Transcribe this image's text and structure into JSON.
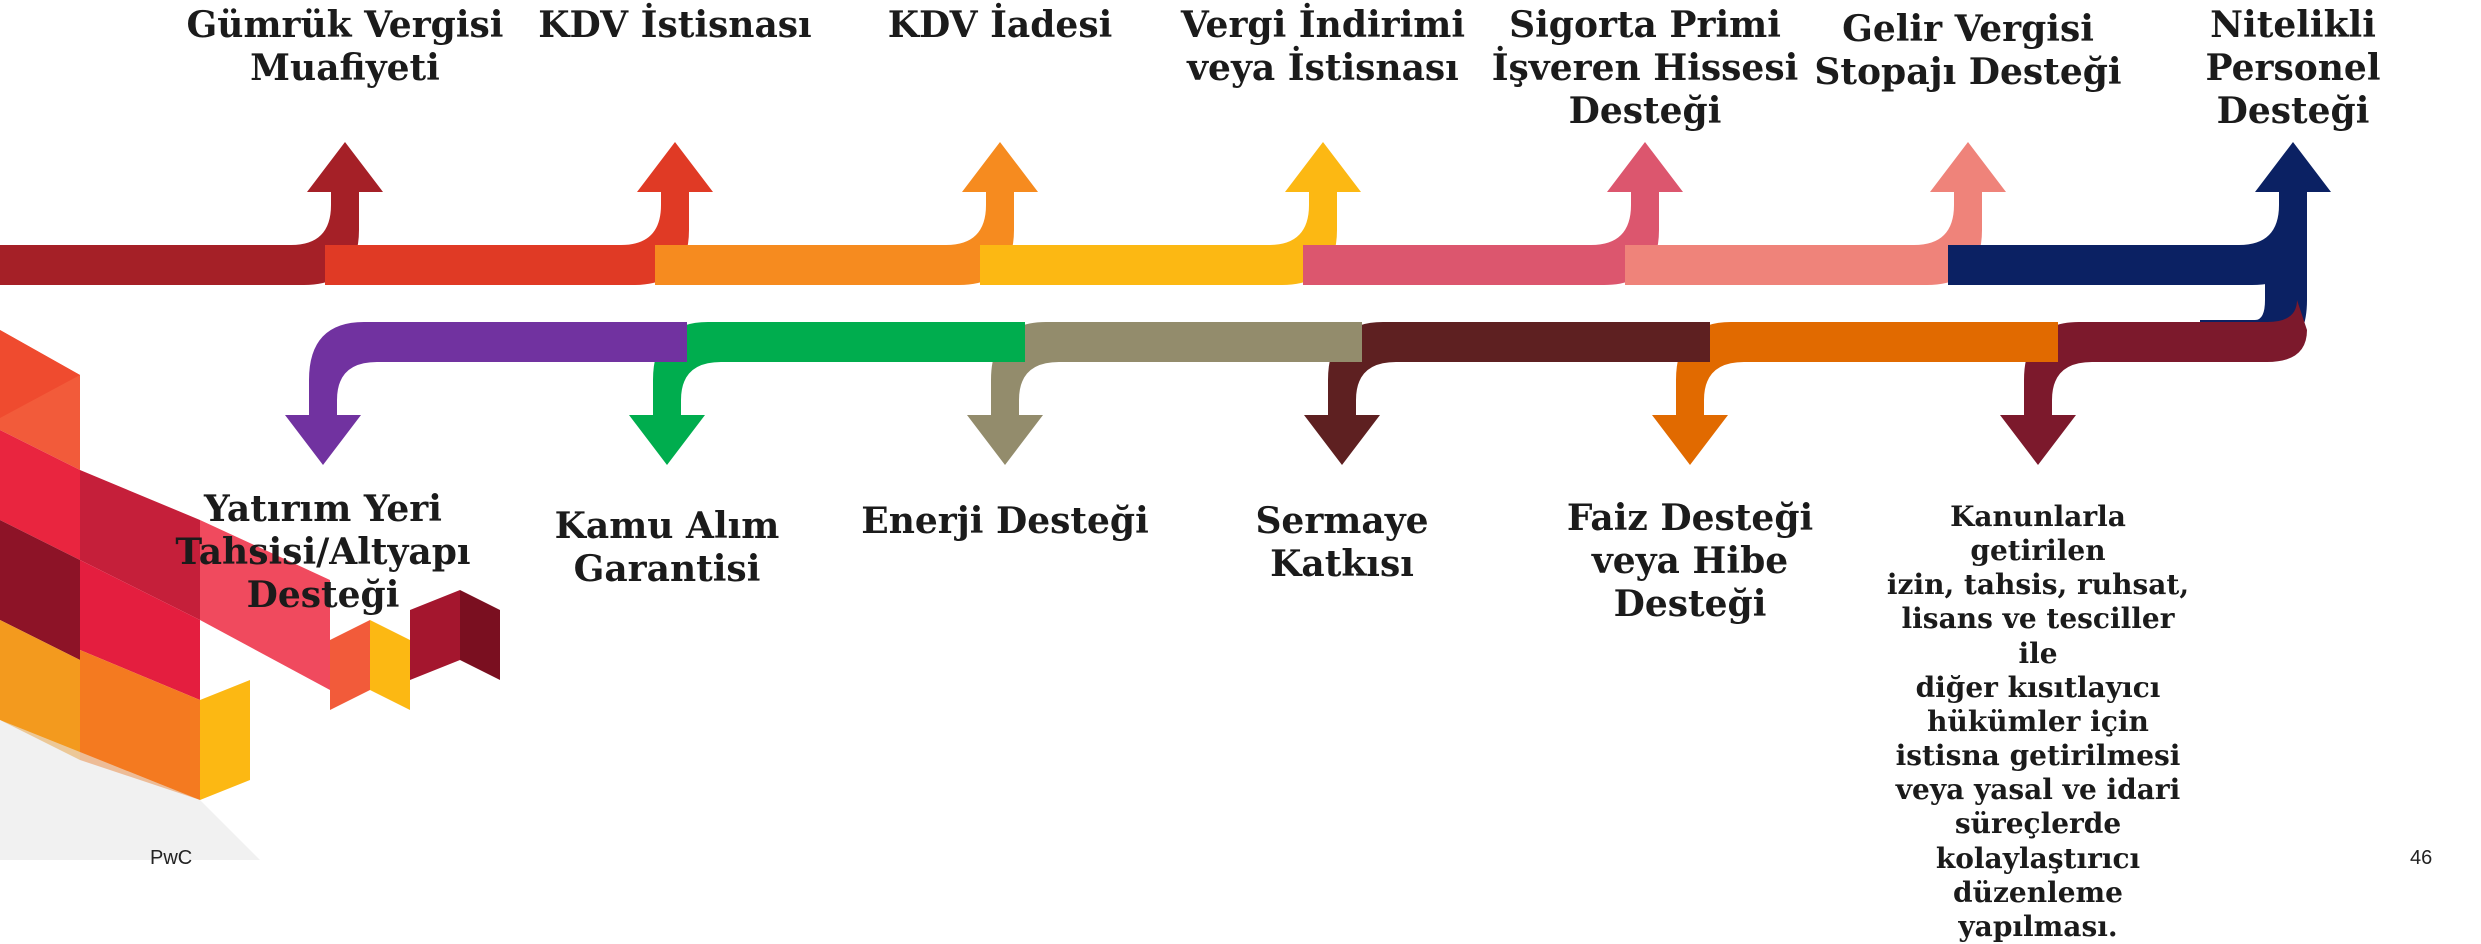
{
  "colors": {
    "top": [
      "#a52027",
      "#e03a25",
      "#f68b1f",
      "#fcb813",
      "#dc566e",
      "#ef837a",
      "#0b2163"
    ],
    "bottom": [
      "#7132a0",
      "#00ad4e",
      "#938c6c",
      "#5e2021",
      "#e16a00",
      "#7c192c"
    ]
  },
  "top_items": [
    {
      "label": "Gümrük Vergisi\nMuafiyeti"
    },
    {
      "label": "KDV İstisnası"
    },
    {
      "label": "KDV İadesi"
    },
    {
      "label": "Vergi İndirimi\nveya İstisnası"
    },
    {
      "label": "Sigorta Primi\nİşveren Hissesi\nDesteği"
    },
    {
      "label": "Gelir Vergisi\nStopajı Desteği"
    },
    {
      "label": "Nitelikli\nPersonel Desteği"
    }
  ],
  "bottom_items": [
    {
      "label": "Yatırım Yeri\nTahsisi/Altyapı\nDesteği"
    },
    {
      "label": "Kamu Alım\nGarantisi"
    },
    {
      "label": "Enerji Desteği"
    },
    {
      "label": "Sermaye Katkısı"
    },
    {
      "label": "Faiz Desteği\nveya Hibe\nDesteği"
    },
    {
      "label": "Kanunlarla getirilen\nizin, tahsis, ruhsat,\nlisans ve tesciller ile\ndiğer kısıtlayıcı\nhükümler için\nistisna getirilmesi\nveya yasal ve idari\nsüreçlerde\nkolaylaştırıcı\ndüzenleme\nyapılması."
    }
  ],
  "footer": {
    "brand": "PwC",
    "page_number": "46"
  }
}
